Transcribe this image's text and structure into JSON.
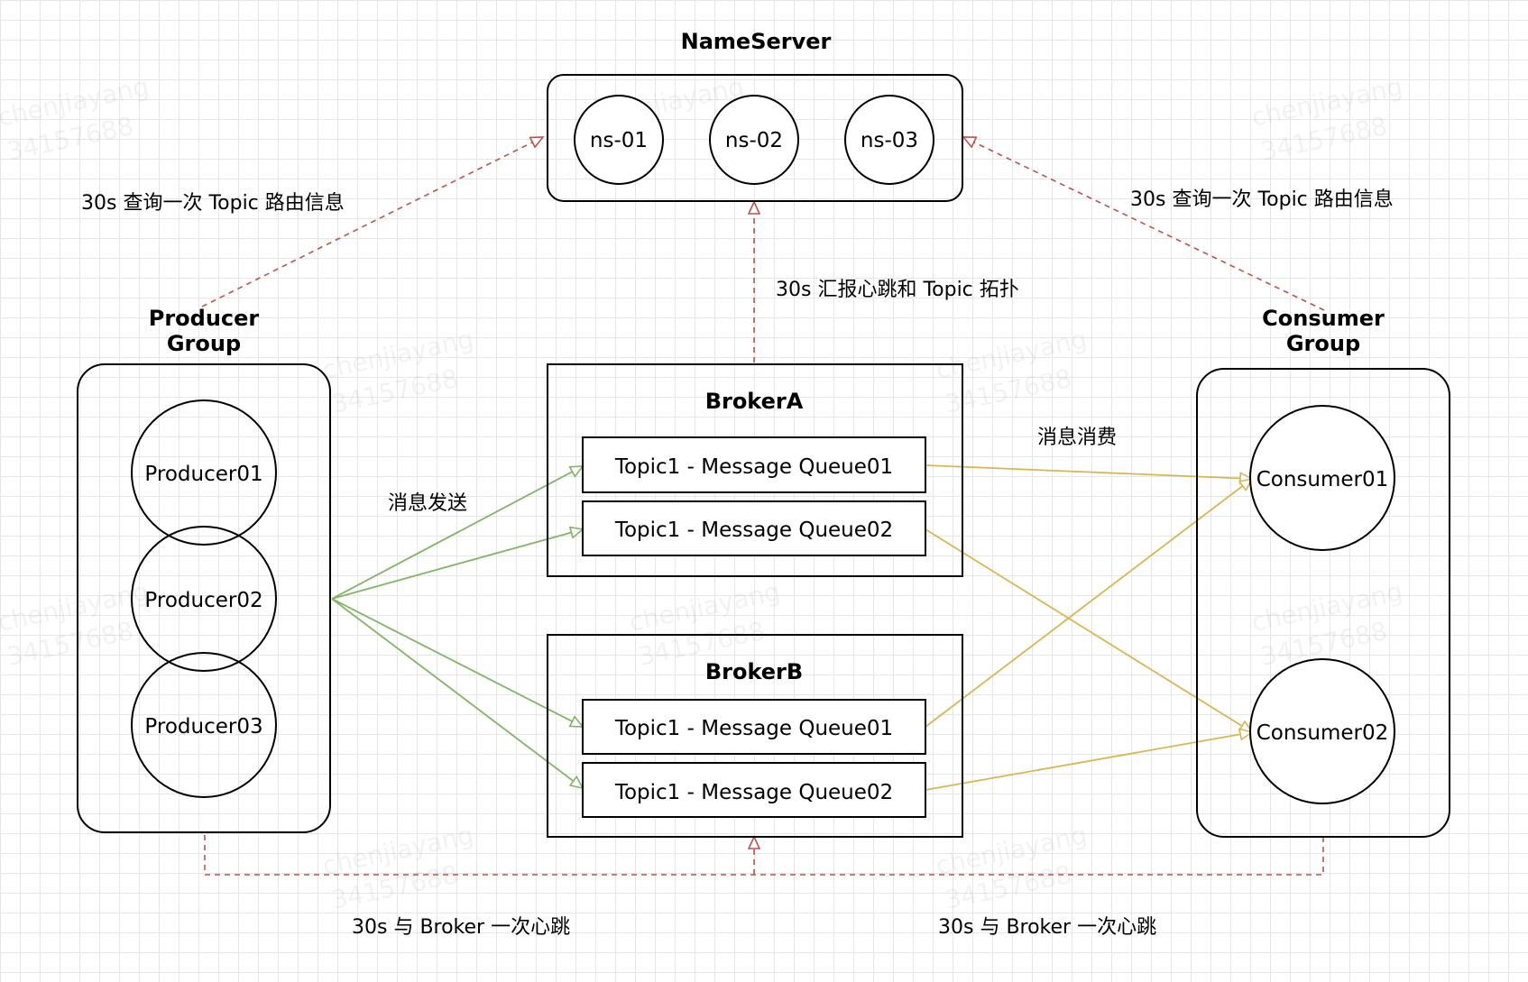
{
  "nameserver": {
    "title": "NameServer",
    "nodes": [
      "ns-01",
      "ns-02",
      "ns-03"
    ]
  },
  "producer_group": {
    "title_line1": "Producer",
    "title_line2": "Group",
    "nodes": [
      "Producer01",
      "Producer02",
      "Producer03"
    ]
  },
  "consumer_group": {
    "title_line1": "Consumer",
    "title_line2": "Group",
    "nodes": [
      "Consumer01",
      "Consumer02"
    ]
  },
  "broker_a": {
    "title": "BrokerA",
    "queues": [
      "Topic1 - Message Queue01",
      "Topic1 - Message Queue02"
    ]
  },
  "broker_b": {
    "title": "BrokerB",
    "queues": [
      "Topic1 - Message Queue01",
      "Topic1 - Message Queue02"
    ]
  },
  "edge_labels": {
    "producer_route_query": "30s 查询一次 Topic 路由信息",
    "consumer_route_query": "30s 查询一次 Topic 路由信息",
    "broker_report": "30s 汇报心跳和 Topic 拓扑",
    "send": "消息发送",
    "consume": "消息消费",
    "producer_heartbeat": "30s 与 Broker 一次心跳",
    "consumer_heartbeat": "30s 与 Broker 一次心跳"
  },
  "colors": {
    "heartbeat_dashed": "#b85450",
    "send_line": "#82b366",
    "consume_line": "#d6b656"
  }
}
